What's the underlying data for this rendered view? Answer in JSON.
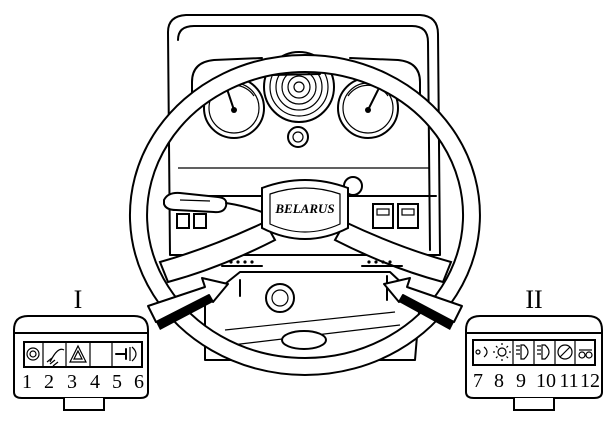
{
  "steering_wheel": {
    "brand_label": "BELARUS"
  },
  "left_panel": {
    "roman_label": "I",
    "icons": [
      "parking-light-icon",
      "beam-icon",
      "hazard-warning-icon",
      "blank-icon",
      "glow-plug-icon",
      "headlight-icon"
    ],
    "numbers": [
      "1",
      "2",
      "3",
      "4",
      "5",
      "6"
    ]
  },
  "right_panel": {
    "roman_label": "II",
    "icons": [
      "side-light-icon",
      "work-light-icon",
      "front-lamp-icon",
      "tail-lamp-icon",
      "rotating-beacon-icon",
      "trailer-icon"
    ],
    "numbers": [
      "7",
      "8",
      "9",
      "10",
      "11",
      "12"
    ]
  }
}
